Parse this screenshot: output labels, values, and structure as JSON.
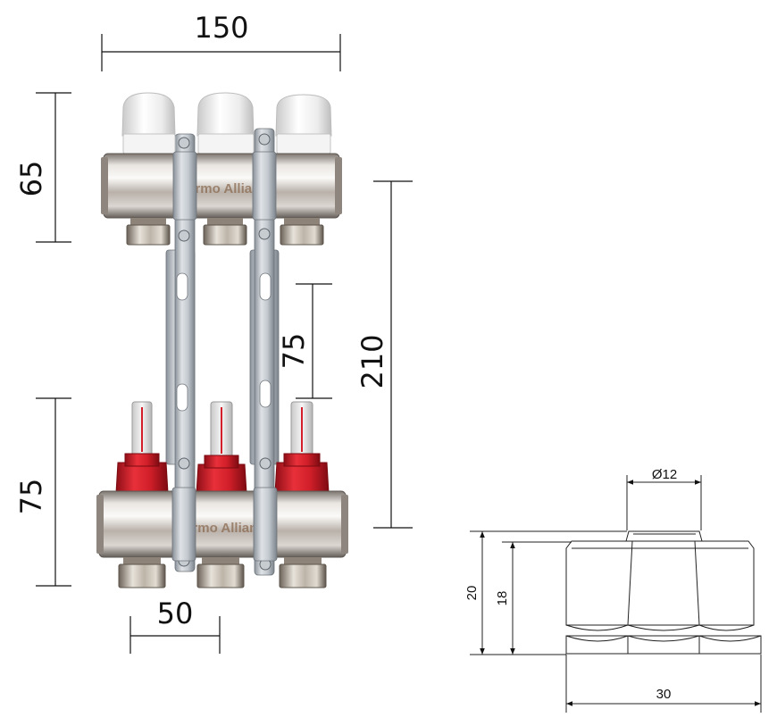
{
  "manifold": {
    "dimensions": {
      "overall_width": "150",
      "top_height": "65",
      "bottom_height": "75",
      "bracket_spacing": "75",
      "overall_height": "210",
      "port_spacing": "50"
    },
    "brand_top": "Termo Alliance",
    "brand_bottom": "Termo Alliance"
  },
  "nut": {
    "dimensions": {
      "cap_diameter": "Ø12",
      "total_height": "20",
      "body_height": "18",
      "width": "30"
    }
  },
  "colors": {
    "chrome_light": "#e6e3df",
    "chrome_dark": "#6f6a66",
    "bracket": "#b7bdc3",
    "flowmeter_red": "#d41e2a",
    "cap_white": "#f3f3f3",
    "brass": "#a3845a"
  }
}
